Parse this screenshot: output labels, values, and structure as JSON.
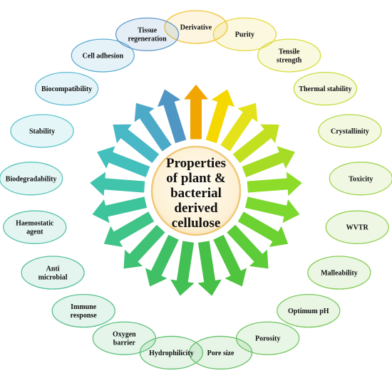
{
  "center": {
    "lines": [
      "Properties",
      "of plant &",
      "bacterial",
      "derived",
      "cellulose"
    ]
  },
  "properties": [
    {
      "lines": [
        "Derivative"
      ],
      "color": "#f2c236"
    },
    {
      "lines": [
        "Purity"
      ],
      "color": "#e6d63a"
    },
    {
      "lines": [
        "Tensile",
        "strength"
      ],
      "color": "#d8dc3a"
    },
    {
      "lines": [
        "Thermal stability"
      ],
      "color": "#c6dc3e"
    },
    {
      "lines": [
        "Crystallinity"
      ],
      "color": "#b2d846"
    },
    {
      "lines": [
        "Toxicity"
      ],
      "color": "#a0d44e"
    },
    {
      "lines": [
        "WVTR"
      ],
      "color": "#92d050"
    },
    {
      "lines": [
        "Malleability"
      ],
      "color": "#84cc54"
    },
    {
      "lines": [
        "Optimum pH"
      ],
      "color": "#78c85a"
    },
    {
      "lines": [
        "Porosity"
      ],
      "color": "#70c460"
    },
    {
      "lines": [
        "Pore size"
      ],
      "color": "#68c068"
    },
    {
      "lines": [
        "Hydrophilicity"
      ],
      "color": "#62c070"
    },
    {
      "lines": [
        "Oxygen",
        "barrier"
      ],
      "color": "#5cc07e"
    },
    {
      "lines": [
        "Immune",
        "response"
      ],
      "color": "#58c08c"
    },
    {
      "lines": [
        "Anti",
        "microbial"
      ],
      "color": "#56c09a"
    },
    {
      "lines": [
        "Haemostatic",
        "agent"
      ],
      "color": "#56c2aa"
    },
    {
      "lines": [
        "Biodegradability"
      ],
      "color": "#58c4bc"
    },
    {
      "lines": [
        "Stability"
      ],
      "color": "#5ac4cc"
    },
    {
      "lines": [
        "Biocompatibility"
      ],
      "color": "#5cbcd4"
    },
    {
      "lines": [
        "Cell adhesion"
      ],
      "color": "#5eacd2"
    },
    {
      "lines": [
        "Tissue",
        "regeneration"
      ],
      "color": "#5e98c8"
    }
  ],
  "arrow_colors": [
    "#f0a500",
    "#f5d800",
    "#e4e21a",
    "#c2e020",
    "#a6dc26",
    "#8edc2a",
    "#7cd82e",
    "#6cd232",
    "#5ccc38",
    "#50c43e",
    "#46c046",
    "#42c054",
    "#40c064",
    "#40c276",
    "#40c488",
    "#3ec49a",
    "#40c4ac",
    "#44c0bc",
    "#48b8c6",
    "#4caac8",
    "#5096c4"
  ]
}
